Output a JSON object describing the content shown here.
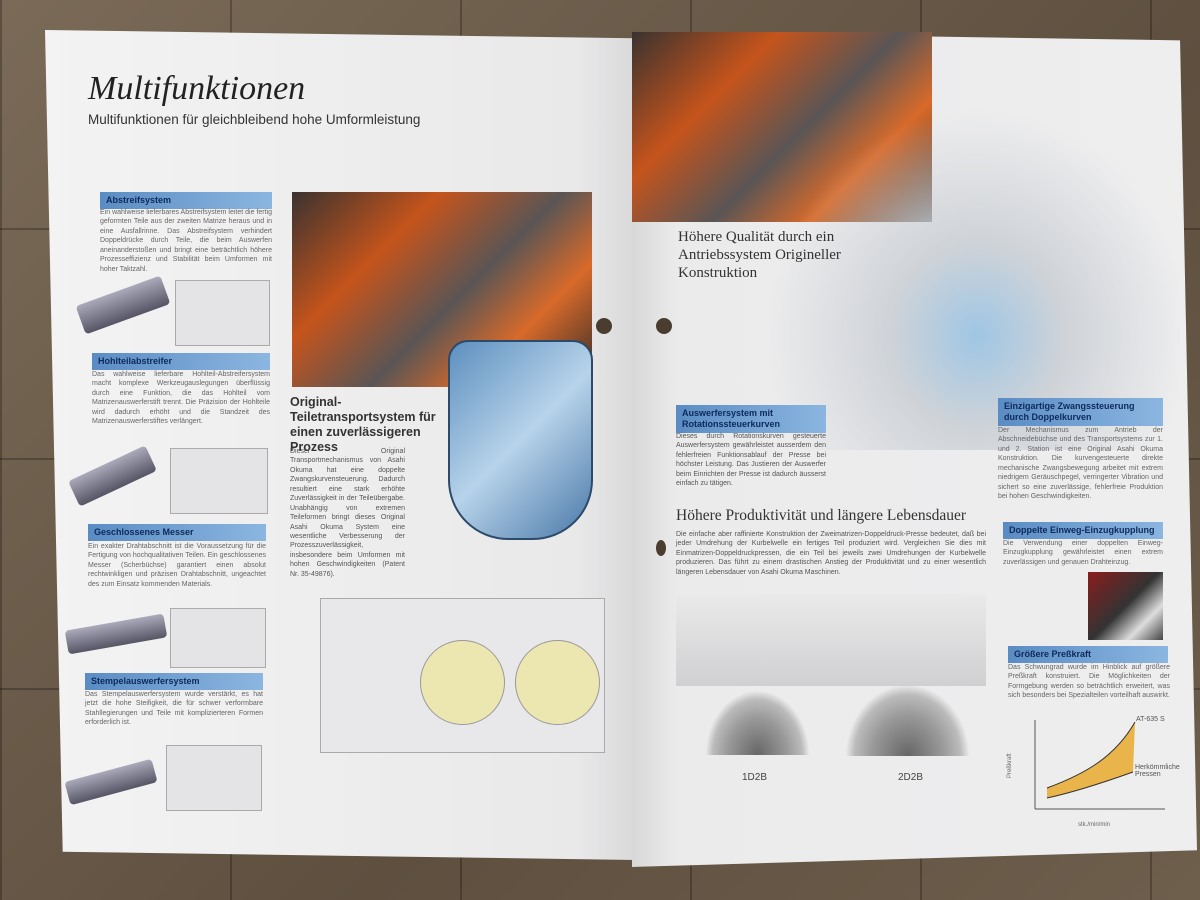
{
  "left_page": {
    "title": "Multifunktionen",
    "subtitle": "Multifunktionen für gleichbleibend hohe Umformleistung",
    "sections": [
      {
        "heading": "Abstreifsystem",
        "text": "Ein wahlweise lieferbares Abstreifsystem leitet die fertig geformten Teile aus der zweiten Matrize heraus und in eine Ausfallrinne. Das Abstreifsystem verhindert Doppeldrücke durch Teile, die beim Auswerfen aneinanderstoßen und bringt eine beträchtlich höhere Prozesseffizienz und Stabilität beim Umformen mit hoher Taktzahl."
      },
      {
        "heading": "Hohlteilabstreifer",
        "text": "Das wahlweise lieferbare Hohlteil-Abstreifersystem macht komplexe Werkzeugauslegungen überflüssig durch eine Funktion, die das Hohlteil vom Matrizenauswerferstift trennt. Die Präzision der Hohlteile wird dadurch erhöht und die Standzeit des Matrizenauswerferstiftes verlängert."
      },
      {
        "heading": "Geschlossenes Messer",
        "text": "Ein exakter Drahtabschnitt ist die Voraussetzung für die Fertigung von hochqualitativen Teilen. Ein geschlossenes Messer (Scherbüchse) garantiert einen absolut rechtwinkligen und präzisen Drahtabschnitt, ungeachtet des zum Einsatz kommenden Materials."
      },
      {
        "heading": "Stempelauswerfersystem",
        "text": "Das Stempelauswerfersystem wurde verstärkt, es hat jetzt die hohe Steifigkeit, die für schwer verformbare Stahllegierungen und Teile mit komplizierteren Formen erforderlich ist."
      }
    ],
    "transport": {
      "heading": "Original-Teiletransportsystem für einen zuverlässigeren Prozess",
      "text": "Dieser Original Transportmechanismus von Asahi Okuma hat eine doppelte Zwangskurvensteuerung. Dadurch resultiert eine stark erhöhte Zuverlässigkeit in der Teileübergabe. Unabhängig von extremen Teileformen bringt dieses Original Asahi Okuma System eine wesentliche Verbesserung der Prozesszuverlässigkeit, insbesondere beim Umformen mit hohen Geschwindigkeiten (Patent Nr. 35-49876)."
    }
  },
  "right_page": {
    "quality_heading": "Höhere Qualität durch ein Antriebssystem Origineller Konstruktion",
    "ejector": {
      "heading": "Auswerfersystem mit Rotationssteuerkurven",
      "text": "Dieses durch Rotationskurven gesteuerte Auswerfersystem gewährleistet ausserdem den fehlerfreien Funktionsablauf der Presse bei höchster Leistung. Das Justieren der Auswerfer beim Einrichten der Presse ist dadurch äusserst einfach zu tätigen."
    },
    "productivity": {
      "heading": "Höhere Produktivität und längere Lebensdauer",
      "text": "Die einfache aber raffinierte Konstruktion der Zweimatrizen-Doppeldruck-Presse bedeutet, daß bei jeder Umdrehung der Kurbelwelle ein fertiges Teil produziert wird. Vergleichen Sie dies mit Einmatrizen-Doppeldruckpressen, die ein Teil bei jeweils zwei Umdrehungen der Kurbelwelle produzieren. Das führt zu einem drastischen Anstieg der Produktivität und zu einer wesentlich längeren Lebensdauer von Asahi Okuma Maschinen."
    },
    "labels": [
      "1D2B",
      "2D2B"
    ],
    "sections": [
      {
        "heading": "Einzigartige Zwangssteuerung durch Doppelkurven",
        "text": "Der Mechanismus zum Antrieb der Abschneidebüchse und des Transportsystems zur 1. und 2. Station ist eine Original Asahi Okuma Konstruktion. Die kurvengesteuerte direkte mechanische Zwangsbewegung arbeitet mit extrem niedrigem Geräuschpegel, verringerter Vibration und sichert so eine zuverlässige, fehlerfreie Produktion bei hohen Geschwindigkeiten."
      },
      {
        "heading": "Doppelte Einweg-Einzugkupplung",
        "text": "Die Verwendung einer doppelten Einweg-Einzugkupplung gewährleistet einen extrem zuverlässigen und genauen Drahteinzug."
      },
      {
        "heading": "Größere Preßkraft",
        "text": "Das Schwungrad wurde im Hinblick auf größere Preßkraft konstruiert. Die Möglichkeiten der Formgebung werden so beträchtlich erweitert, was sich besonders bei Spezialteilen vorteilhaft auswirkt."
      }
    ],
    "chart": {
      "ylabel": "Preßkraft",
      "xlabel": "stk./min/min",
      "series_a": "AT-635 S",
      "series_b": "Herkömmliche Pressen",
      "fill_color": "#e9b54a"
    }
  }
}
